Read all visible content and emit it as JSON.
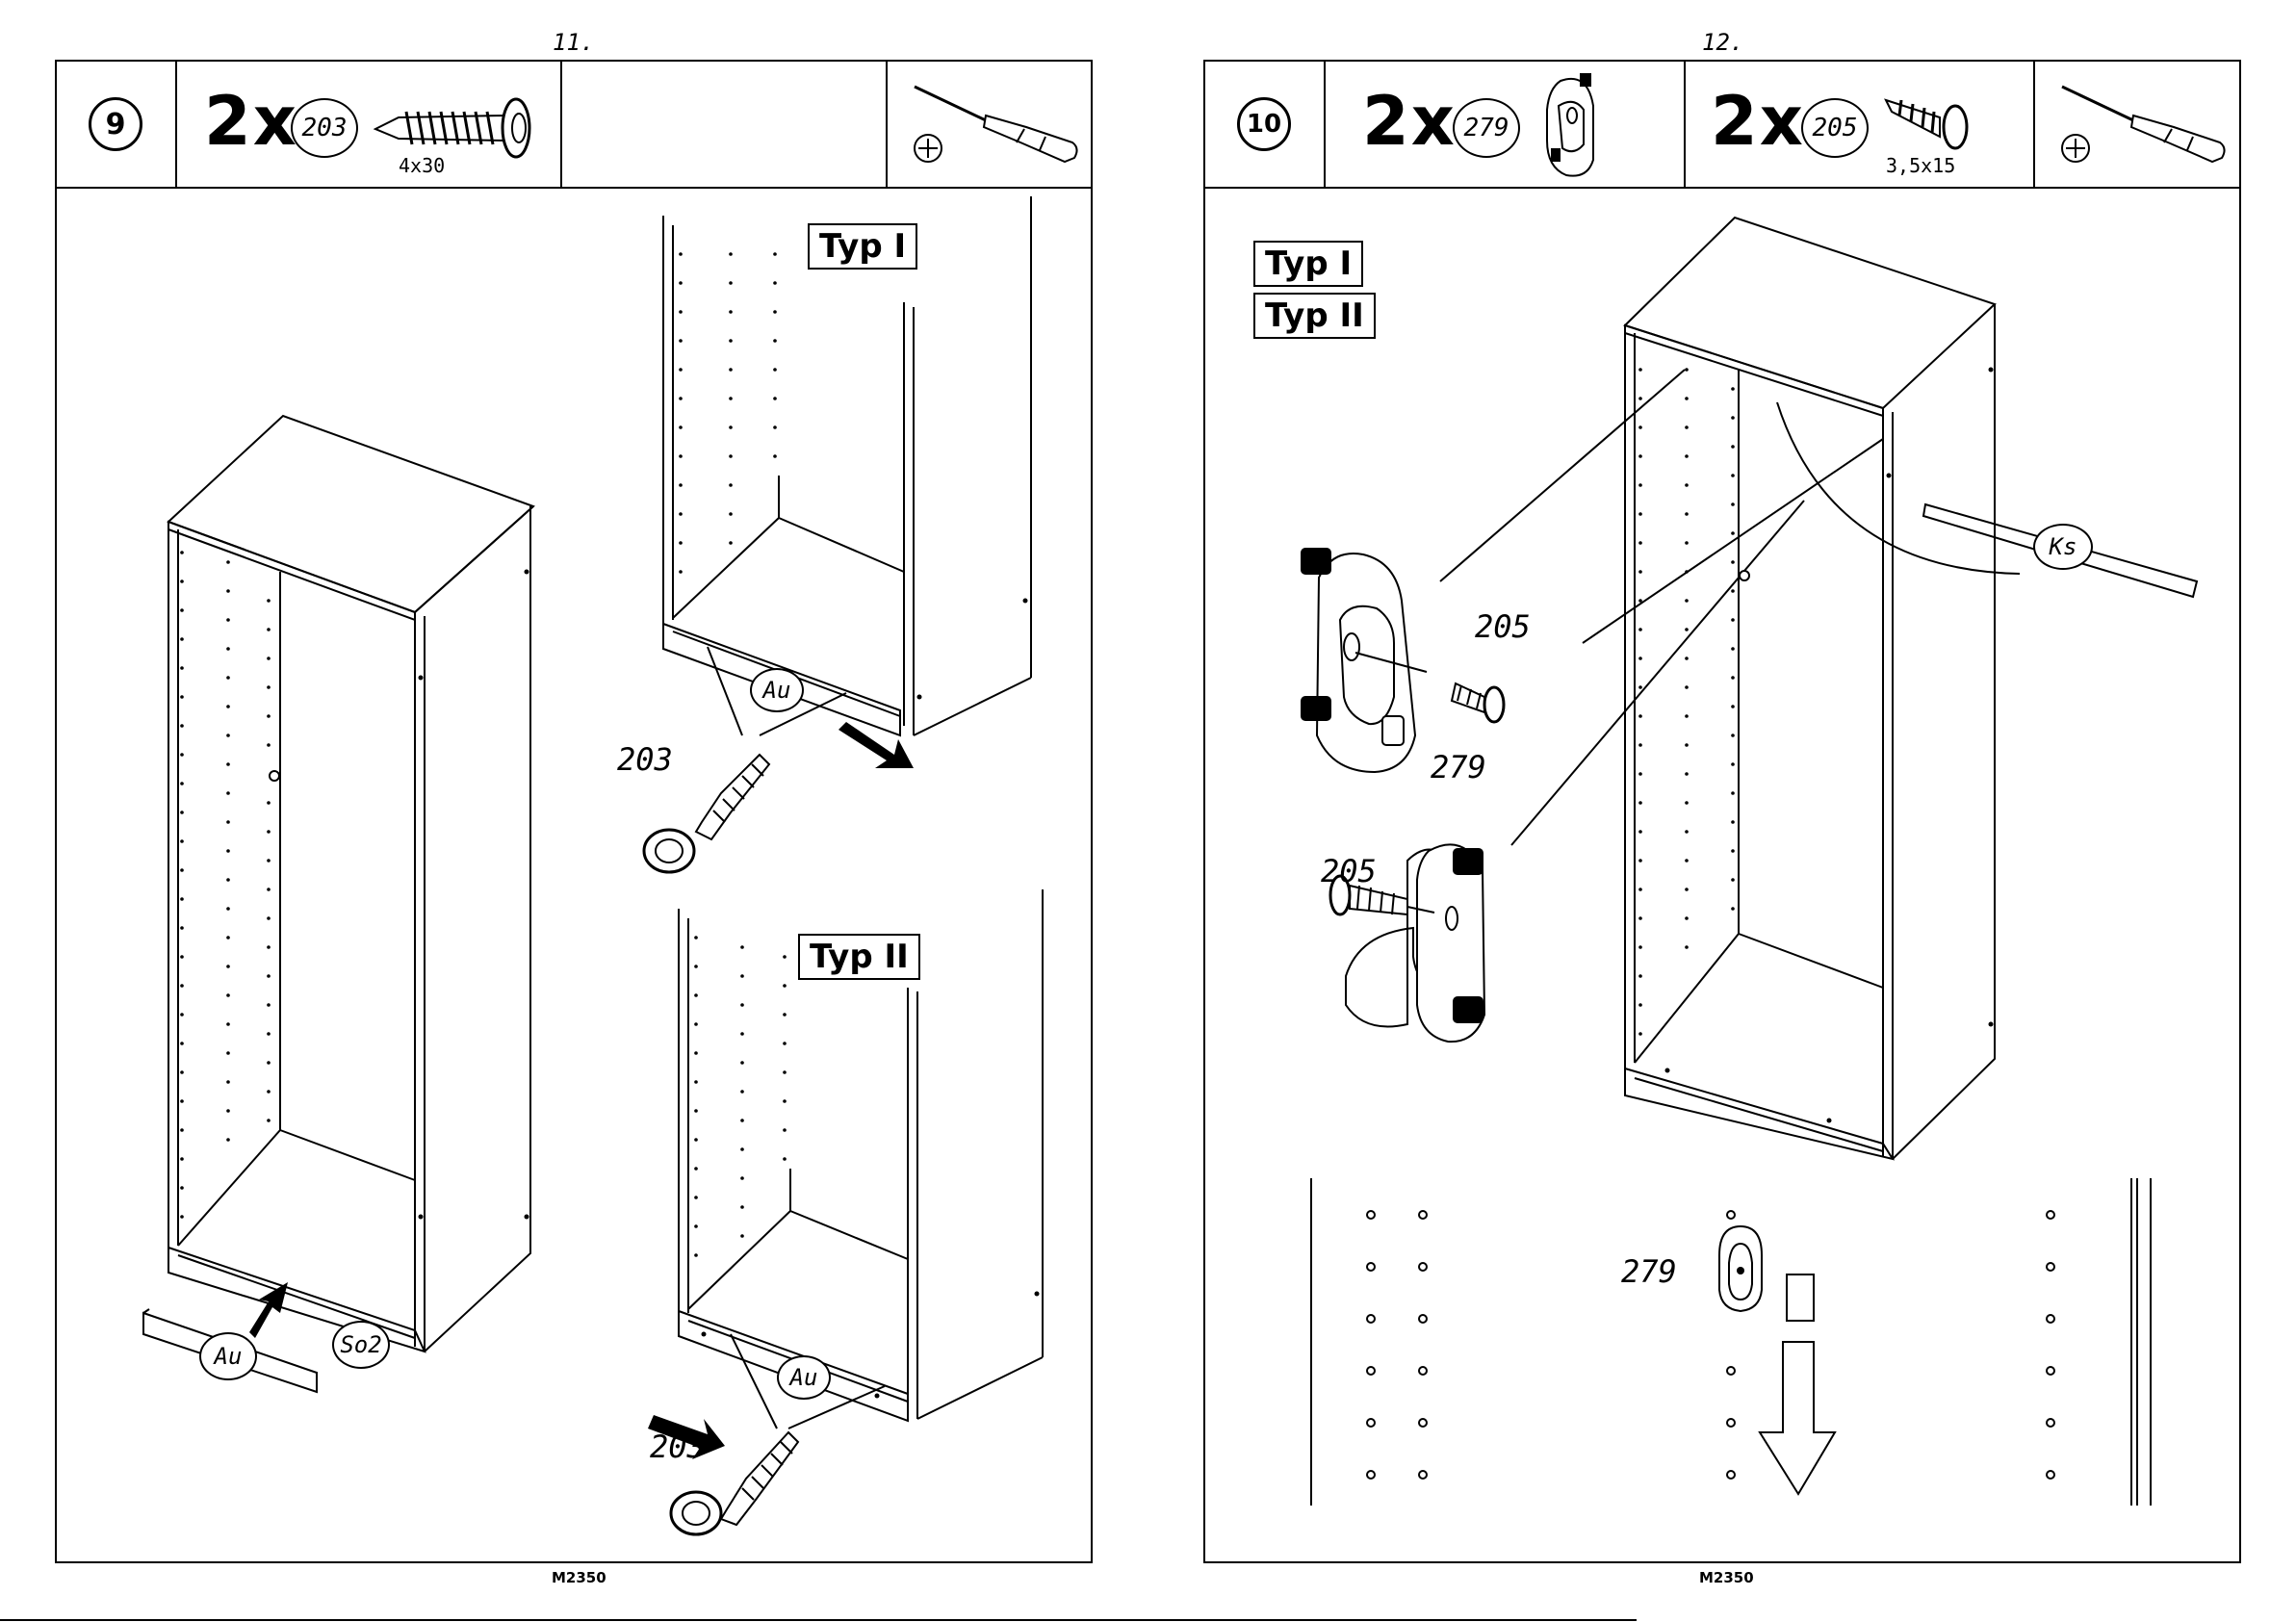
{
  "left_page": {
    "page_number": "11.",
    "footer": "M2350",
    "step": "9",
    "hardware": [
      {
        "quantity": "2x",
        "part": "203",
        "size": "4x30",
        "icon": "screw-icon"
      }
    ],
    "tool_icon": "screwdriver-icon",
    "type_labels": [
      "Typ I",
      "Typ II"
    ],
    "labels": {
      "screw_top": "203",
      "screw_bottom": "203",
      "au_main": "Au",
      "so2": "So2",
      "au_typ1": "Au",
      "au_typ2": "Au"
    }
  },
  "right_page": {
    "page_number": "12.",
    "footer": "M2350",
    "step": "10",
    "hardware": [
      {
        "quantity": "2x",
        "part": "279",
        "size": "",
        "icon": "rail-bracket-icon"
      },
      {
        "quantity": "2x",
        "part": "205",
        "size": "3,5x15",
        "icon": "screw-icon"
      }
    ],
    "tool_icon": "screwdriver-icon",
    "type_labels": [
      "Typ I",
      "Typ II"
    ],
    "labels": {
      "screw_upper": "205",
      "bracket": "279",
      "screw_lower": "205",
      "ks": "Ks",
      "detail_part": "279"
    }
  }
}
